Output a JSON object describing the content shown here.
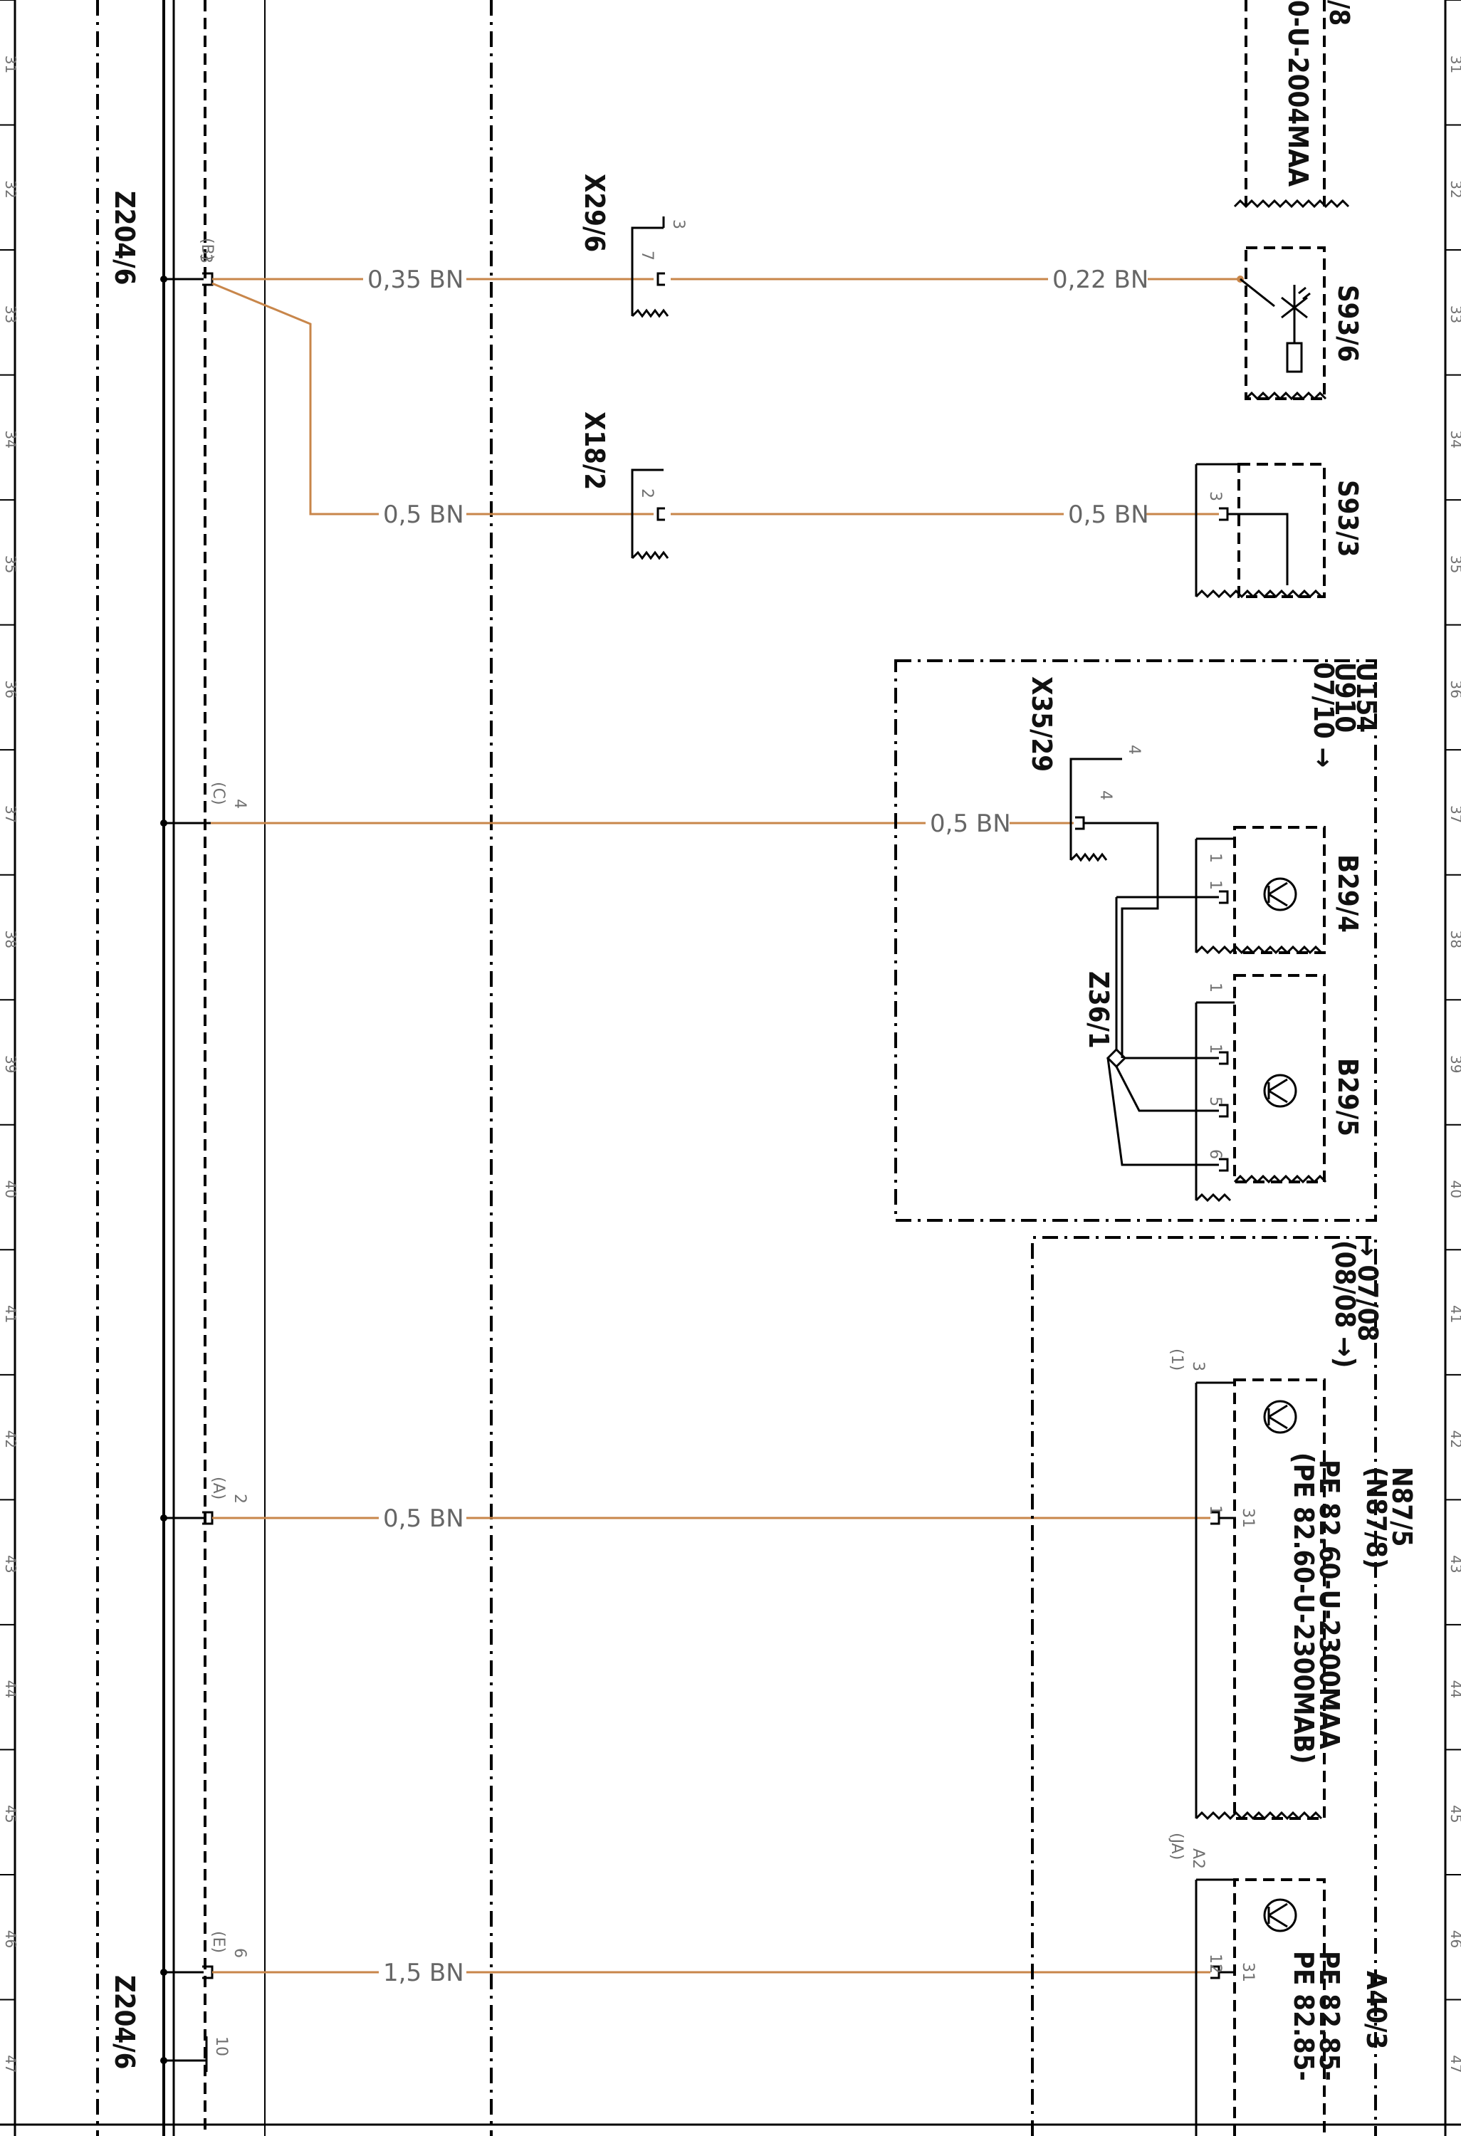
{
  "grid": {
    "numbers": [
      "31",
      "32",
      "33",
      "34",
      "35",
      "36",
      "37",
      "38",
      "39",
      "40",
      "41",
      "42",
      "43",
      "44",
      "45",
      "46",
      "47"
    ]
  },
  "ground_bus": {
    "label_top": "Z204/6",
    "label_bottom": "Z204/6",
    "pins": [
      {
        "pin": "3",
        "letter": "(B)"
      },
      {
        "pin": "4",
        "letter": "(C)"
      },
      {
        "pin": "2",
        "letter": "(A)"
      },
      {
        "pin": "6",
        "letter": "(E)"
      },
      {
        "pin": "10",
        "letter": ""
      }
    ]
  },
  "connectors": {
    "x29_6": {
      "label": "X29/6",
      "pin": "7",
      "count": "3"
    },
    "x18_2": {
      "label": "X18/2",
      "pin": "2"
    },
    "x35_29": {
      "label": "X35/29",
      "pin": "4",
      "count": "4"
    },
    "z36_1": {
      "label": "Z36/1"
    }
  },
  "wires": {
    "w1_left": "0,35 BN",
    "w1_right": "0,22 BN",
    "w2_left": "0,5 BN",
    "w2_right": "0,5 BN",
    "w3": "0,5 BN",
    "w4": "0,5 BN",
    "w5": "1,5 BN"
  },
  "components": {
    "top_partial": {
      "line1": "/8",
      "line2": "0-U-2004MAA"
    },
    "s93_6": {
      "label": "S93/6"
    },
    "s93_3": {
      "label": "S93/3",
      "pin": "3"
    },
    "u154_group": {
      "line1": "U154",
      "line2": "U910",
      "line3": "07/10 →"
    },
    "b29_4": {
      "label": "B29/4",
      "pin": "1",
      "count": "1"
    },
    "b29_5": {
      "label": "B29/5",
      "pins": [
        "1",
        "5",
        "6"
      ],
      "count": "1"
    },
    "group_0708": {
      "line1": "→ 07/08",
      "line2": "(08/08 →)"
    },
    "n87_5": {
      "label1": "N87/5",
      "label2": "(N87/8)",
      "pe1": "PE  82.60-U-2300MAA",
      "pe2": "(PE  82.60-U-2300MAB)",
      "pin": "1",
      "pin_inner": "31",
      "count": "3",
      "count_paren": "(1)"
    },
    "a40_3": {
      "label": "A40/3",
      "pe1": "PE  82.85-",
      "pe2": "PE  82.85-",
      "pin": "12",
      "pin_inner": "31",
      "count": "A2",
      "count_paren": "(JA)"
    }
  }
}
